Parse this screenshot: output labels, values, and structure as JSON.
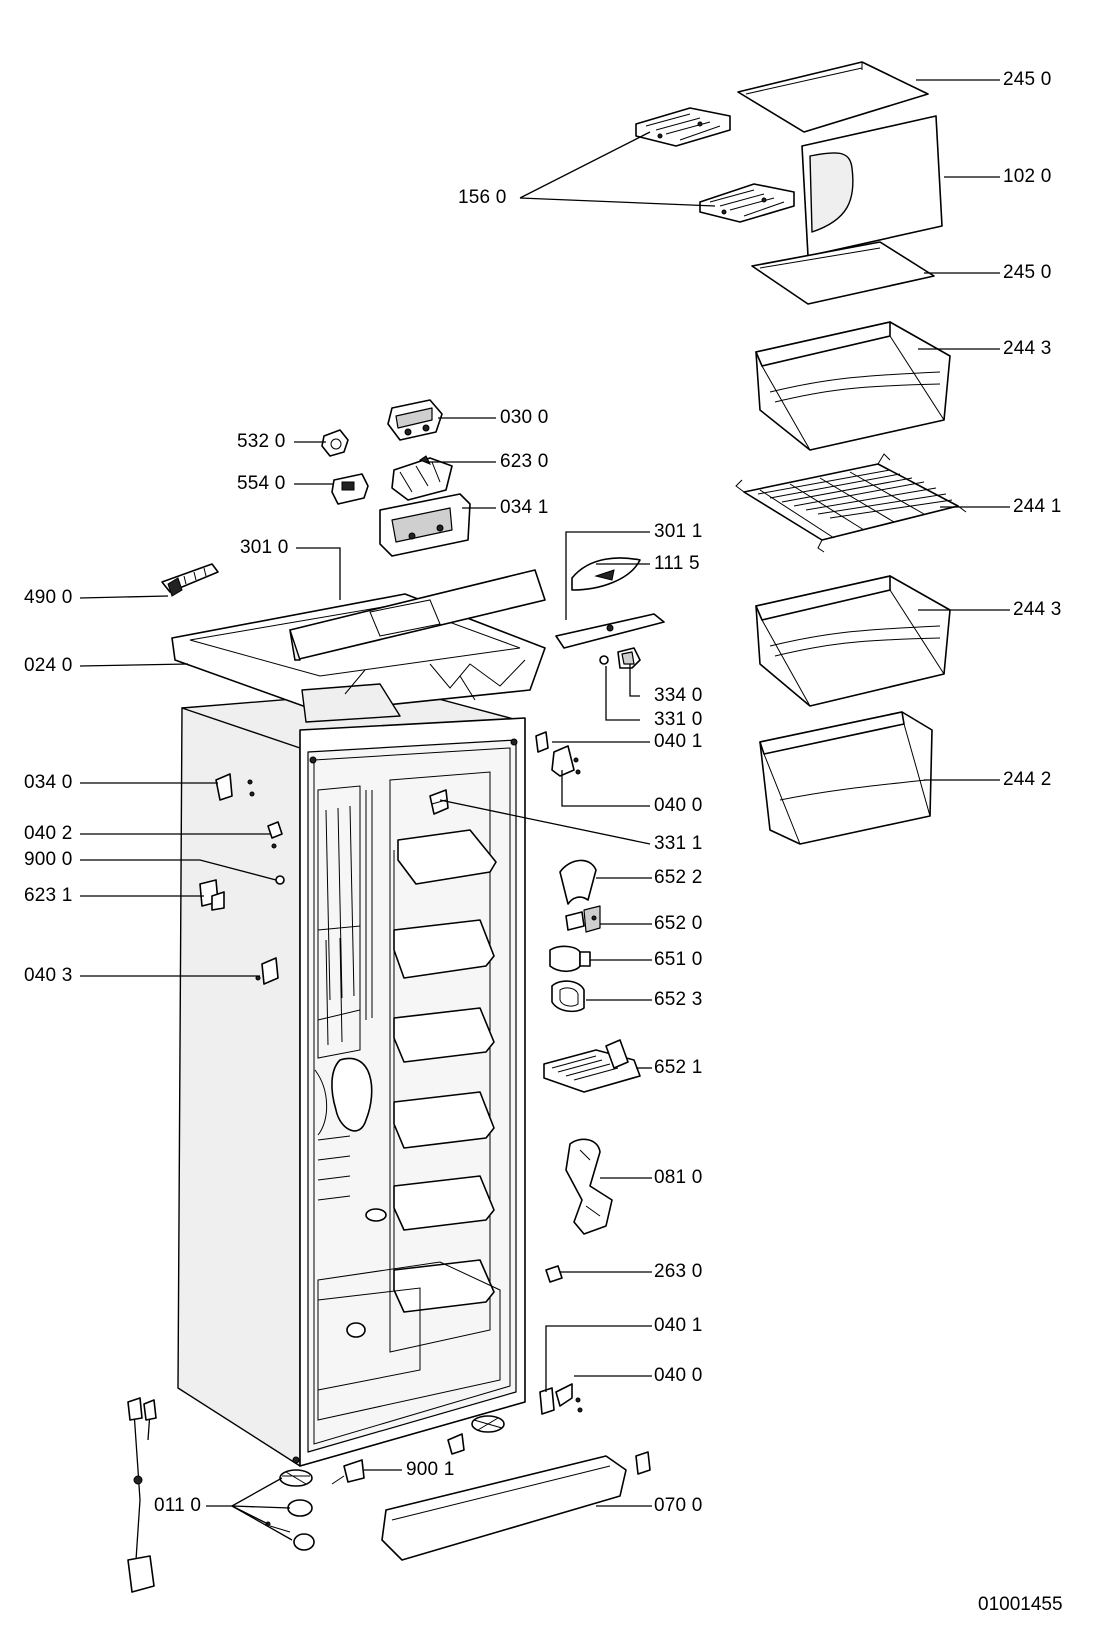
{
  "document_code": "01001455",
  "callouts": [
    {
      "id": "c1",
      "text": "245 0"
    },
    {
      "id": "c2",
      "text": "102 0"
    },
    {
      "id": "c3",
      "text": "156 0"
    },
    {
      "id": "c4",
      "text": "245 0"
    },
    {
      "id": "c5",
      "text": "244 3"
    },
    {
      "id": "c6",
      "text": "030 0"
    },
    {
      "id": "c7",
      "text": "532 0"
    },
    {
      "id": "c8",
      "text": "623 0"
    },
    {
      "id": "c9",
      "text": "554 0"
    },
    {
      "id": "c10",
      "text": "034 1"
    },
    {
      "id": "c11",
      "text": "244 1"
    },
    {
      "id": "c12",
      "text": "301 0"
    },
    {
      "id": "c13",
      "text": "301 1"
    },
    {
      "id": "c14",
      "text": "111 5"
    },
    {
      "id": "c15",
      "text": "490 0"
    },
    {
      "id": "c16",
      "text": "244 3"
    },
    {
      "id": "c17",
      "text": "024 0"
    },
    {
      "id": "c18",
      "text": "334 0"
    },
    {
      "id": "c19",
      "text": "331 0"
    },
    {
      "id": "c20",
      "text": "040 1"
    },
    {
      "id": "c21",
      "text": "034 0"
    },
    {
      "id": "c22",
      "text": "244 2"
    },
    {
      "id": "c23",
      "text": "040 0"
    },
    {
      "id": "c24",
      "text": "040 2"
    },
    {
      "id": "c25",
      "text": "331 1"
    },
    {
      "id": "c26",
      "text": "900 0"
    },
    {
      "id": "c27",
      "text": "652 2"
    },
    {
      "id": "c28",
      "text": "623 1"
    },
    {
      "id": "c29",
      "text": "652 0"
    },
    {
      "id": "c30",
      "text": "651 0"
    },
    {
      "id": "c31",
      "text": "040 3"
    },
    {
      "id": "c32",
      "text": "652 3"
    },
    {
      "id": "c33",
      "text": "652 1"
    },
    {
      "id": "c34",
      "text": "081 0"
    },
    {
      "id": "c35",
      "text": "263 0"
    },
    {
      "id": "c36",
      "text": "040 1"
    },
    {
      "id": "c37",
      "text": "040 0"
    },
    {
      "id": "c38",
      "text": "900 1"
    },
    {
      "id": "c39",
      "text": "011 0"
    },
    {
      "id": "c40",
      "text": "070 0"
    }
  ]
}
